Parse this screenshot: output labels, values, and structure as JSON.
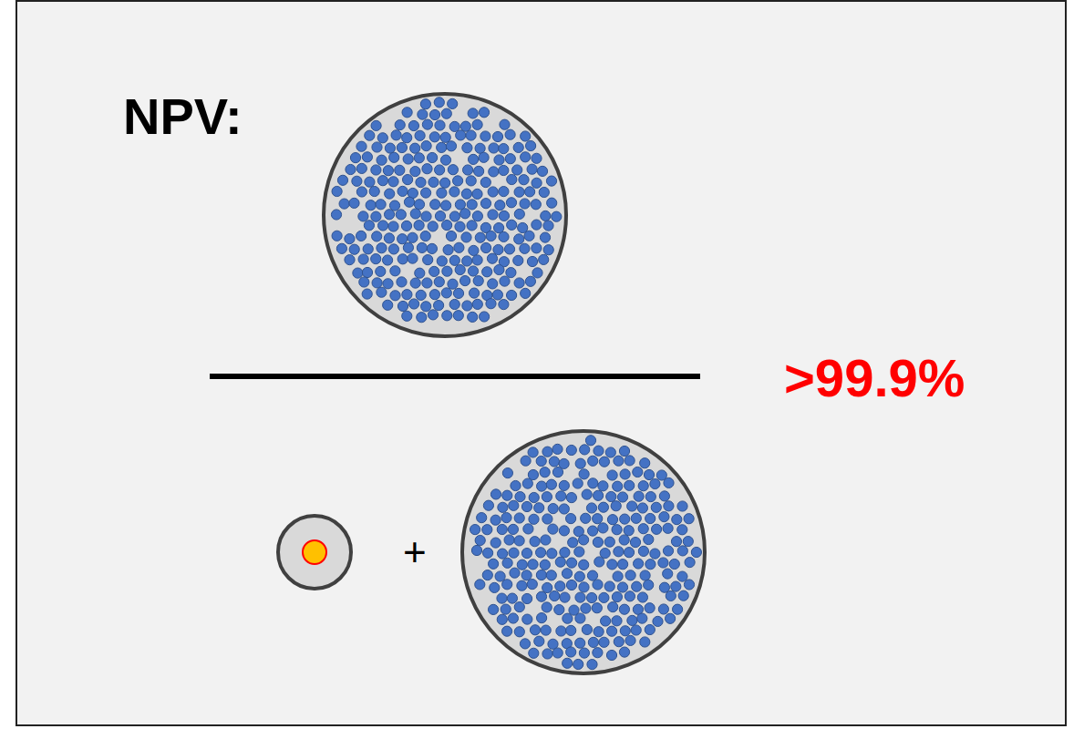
{
  "diagram": {
    "title": "NPV:",
    "labels": [
      "+",
      ">99.9%"
    ]
  }
}
